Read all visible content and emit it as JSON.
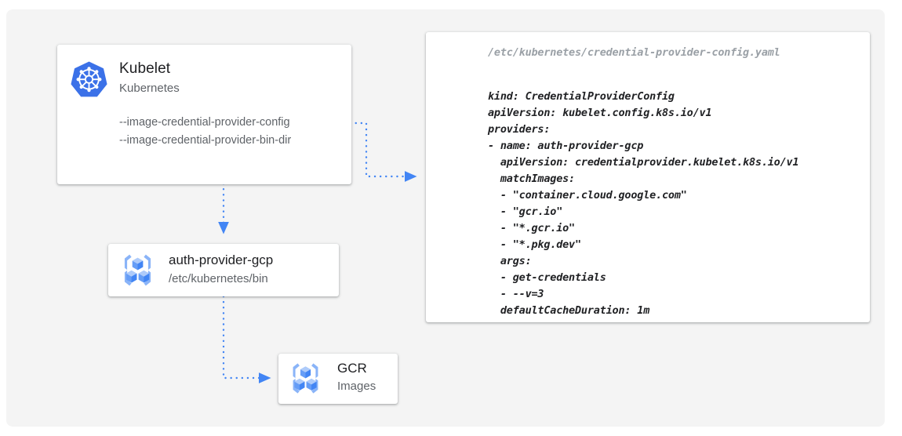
{
  "canvas": {
    "background_color": "#f4f4f4",
    "page_background_color": "#ffffff"
  },
  "theme": {
    "accent_blue": "#4285f4",
    "icon_blue_light": "#8ab4f8",
    "text_primary": "#202124",
    "text_secondary": "#5f6368",
    "text_muted": "#9aa0a6"
  },
  "nodes": {
    "kubelet": {
      "icon": "kubernetes-helm-icon",
      "title": "Kubelet",
      "subtitle": "Kubernetes",
      "flags": [
        "--image-credential-provider-config",
        "--image-credential-provider-bin-dir"
      ]
    },
    "auth_provider": {
      "icon": "gcp-container-registry-icon",
      "title": "auth-provider-gcp",
      "subtitle": "/etc/kubernetes/bin"
    },
    "gcr": {
      "icon": "gcp-container-registry-icon",
      "title": "GCR",
      "subtitle": "Images"
    }
  },
  "yaml_panel": {
    "filename": "/etc/kubernetes/credential-provider-config.yaml",
    "content": "kind: CredentialProviderConfig\napiVersion: kubelet.config.k8s.io/v1\nproviders:\n- name: auth-provider-gcp\n  apiVersion: credentialprovider.kubelet.k8s.io/v1\n  matchImages:\n  - \"container.cloud.google.com\"\n  - \"gcr.io\"\n  - \"*.gcr.io\"\n  - \"*.pkg.dev\"\n  args:\n  - get-credentials\n  - --v=3\n  defaultCacheDuration: 1m"
  },
  "connectors": [
    {
      "name": "kubelet-config-flag-to-yaml",
      "from": "kubelet.flags.0",
      "to": "yaml_panel",
      "style": "dotted",
      "color": "#4285f4",
      "arrowhead": true
    },
    {
      "name": "kubelet-to-auth-provider",
      "from": "kubelet",
      "to": "auth_provider",
      "style": "dotted",
      "color": "#4285f4",
      "arrowhead": true
    },
    {
      "name": "auth-provider-to-gcr",
      "from": "auth_provider",
      "to": "gcr",
      "style": "dotted",
      "color": "#4285f4",
      "arrowhead": true
    }
  ]
}
